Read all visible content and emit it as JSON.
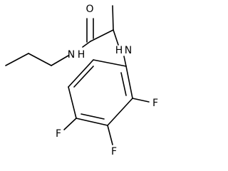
{
  "molecule": {
    "atoms": {
      "oxygen": "O",
      "amide_nitrogen": "N",
      "amide_hydrogen": "H",
      "amine_nitrogen": "N",
      "amine_hydrogen": "H",
      "fluorine_2": "F",
      "fluorine_3": "F",
      "fluorine_4": "F"
    }
  },
  "colors": {
    "bond": "#000000",
    "label": "#000000",
    "background": "#ffffff"
  }
}
